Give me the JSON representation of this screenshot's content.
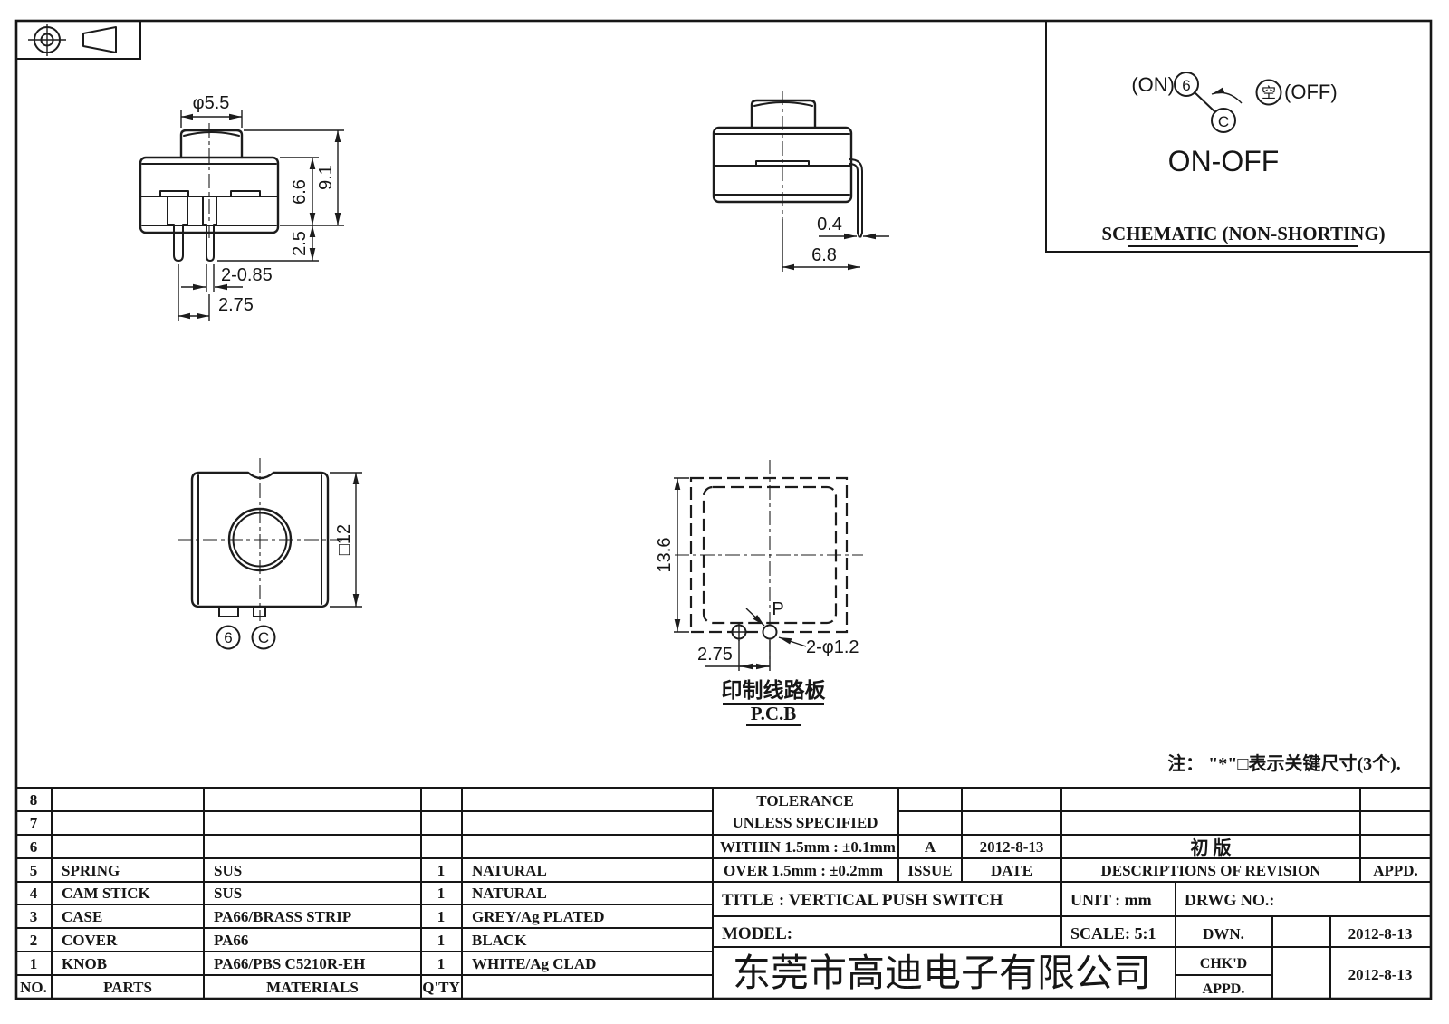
{
  "drawing": {
    "note": "注： \"*\"□表示关键尺寸(3个).",
    "front_view": {
      "knob_dia": "φ5.5",
      "body_height": "6.6",
      "total_height": "9.1",
      "pin_length": "2.5",
      "pin_width": "2-0.85",
      "pin_pitch": "2.75"
    },
    "side_view": {
      "pin_thickness": "0.4",
      "pin_offset": "6.8"
    },
    "bottom_view": {
      "body_size": "□12",
      "terminal_left": "6",
      "terminal_right": "C"
    },
    "pcb_view": {
      "height": "13.6",
      "pitch": "2.75",
      "holes": "2-φ1.2",
      "point": "P",
      "caption_cn": "印制线路板",
      "caption_en": "P.C.B"
    },
    "schematic": {
      "on_label": "(ON)",
      "terminal_on": "6",
      "terminal_common": "C",
      "off_symbol": "空",
      "off_label": "(OFF)",
      "function_label": "ON-OFF",
      "caption": "SCHEMATIC (NON-SHORTING)"
    }
  },
  "parts_table": {
    "col_no": "NO.",
    "col_parts": "PARTS",
    "col_materials": "MATERIALS",
    "col_qty": "Q'TY",
    "rows": [
      {
        "no": "8",
        "parts": "",
        "materials": "",
        "qty": "",
        "finish": ""
      },
      {
        "no": "7",
        "parts": "",
        "materials": "",
        "qty": "",
        "finish": ""
      },
      {
        "no": "6",
        "parts": "",
        "materials": "",
        "qty": "",
        "finish": ""
      },
      {
        "no": "5",
        "parts": "SPRING",
        "materials": "SUS",
        "qty": "1",
        "finish": "NATURAL"
      },
      {
        "no": "4",
        "parts": "CAM STICK",
        "materials": "SUS",
        "qty": "1",
        "finish": "NATURAL"
      },
      {
        "no": "3",
        "parts": "CASE",
        "materials": "PA66/BRASS STRIP",
        "qty": "1",
        "finish": "GREY/Ag PLATED"
      },
      {
        "no": "2",
        "parts": "COVER",
        "materials": "PA66",
        "qty": "1",
        "finish": "BLACK"
      },
      {
        "no": "1",
        "parts": "KNOB",
        "materials": "PA66/PBS C5210R-EH",
        "qty": "1",
        "finish": "WHITE/Ag CLAD"
      }
    ]
  },
  "title_block": {
    "tolerance1": "TOLERANCE",
    "tolerance2": "UNLESS  SPECIFIED",
    "within": "WITHIN 1.5mm : ±0.1mm",
    "over": "OVER 1.5mm : ±0.2mm",
    "issue_value": "A",
    "issue_date": "2012-8-13",
    "issue_label": "ISSUE",
    "date_label": "DATE",
    "revision_text": "初  版",
    "revision_header": "DESCRIPTIONS OF REVISION",
    "appd_header": "APPD.",
    "title": "TITLE :  VERTICAL PUSH SWITCH",
    "unit": "UNIT :  mm",
    "drwg_no": "DRWG NO.:",
    "model": "MODEL:",
    "scale": "SCALE:  5:1",
    "dwn_label": "DWN.",
    "chkd_label": "CHK'D",
    "appd_label": "APPD.",
    "dwn_date": "2012-8-13",
    "chkd_date": "2012-8-13",
    "company": "东莞市高迪电子有限公司",
    "company_color": "#e8000b"
  }
}
